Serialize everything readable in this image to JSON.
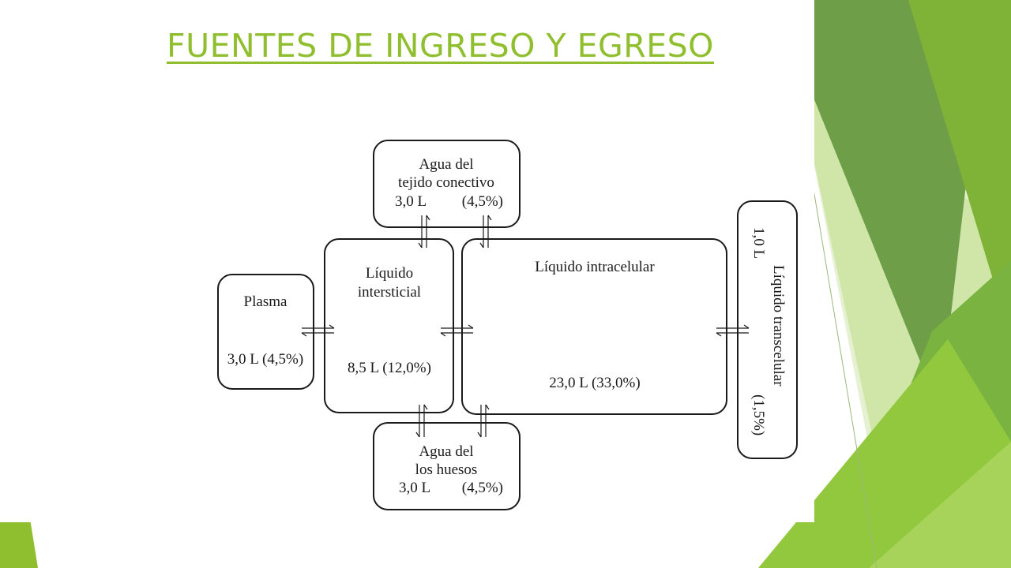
{
  "slide": {
    "title": "FUENTES DE INGRESO Y EGRESO",
    "colors": {
      "title": "#8fbf2e",
      "green_dark": "#6f9e48",
      "green_mid": "#7fb338",
      "green_light": "#cfe6a8",
      "green_bright": "#92c83e"
    }
  },
  "diagram": {
    "connective": {
      "line1": "Agua del",
      "line2": "tejido conectivo",
      "volume": "3,0 L",
      "percent": "(4,5%)"
    },
    "plasma": {
      "label": "Plasma",
      "value": "3,0 L (4,5%)"
    },
    "interstitial": {
      "line1": "Líquido",
      "line2": "intersticial",
      "value": "8,5 L (12,0%)"
    },
    "intracellular": {
      "label": "Líquido intracelular",
      "value": "23,0 L (33,0%)"
    },
    "bone": {
      "line1": "Agua del",
      "line2": "los huesos",
      "volume": "3,0 L",
      "percent": "(4,5%)"
    },
    "transcellular": {
      "volume": "1,0 L",
      "label": "Líquido transcelular",
      "percent": "(1,5%)"
    }
  }
}
